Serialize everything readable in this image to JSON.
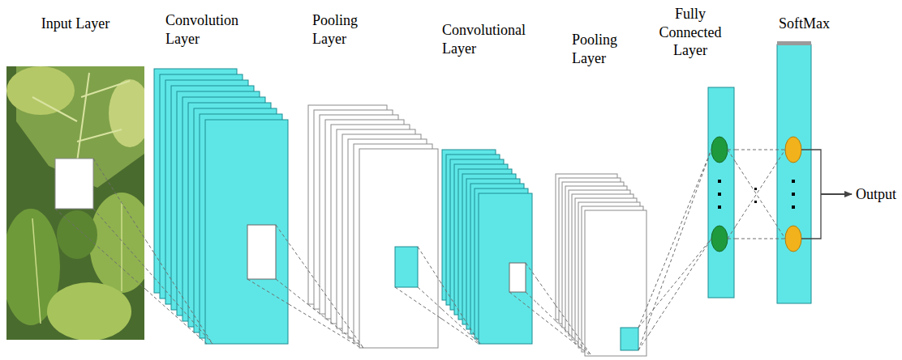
{
  "diagram": {
    "nodes": [
      {
        "text": [
          "Input Layer"
        ]
      },
      {
        "text": [
          "Convolution Layer"
        ]
      },
      {
        "text": [
          "Pooling Layer"
        ]
      },
      {
        "text": [
          "Convolutional Layer"
        ]
      },
      {
        "text": [
          "Pooling Layer"
        ]
      },
      {
        "text": [
          "Fully Connected Layer"
        ]
      },
      {
        "text": [
          "SoftMax"
        ]
      }
    ],
    "edges": [
      {
        "from": 0,
        "to": 1,
        "arrow": "none"
      },
      {
        "from": 1,
        "to": 2,
        "arrow": "none"
      },
      {
        "from": 2,
        "to": 3,
        "arrow": "none"
      },
      {
        "from": 3,
        "to": 4,
        "arrow": "none"
      },
      {
        "from": 4,
        "to": 5,
        "arrow": "none"
      },
      {
        "from": 5,
        "to": 6,
        "arrow": "none"
      }
    ],
    "labels": [
      "Output"
    ]
  }
}
